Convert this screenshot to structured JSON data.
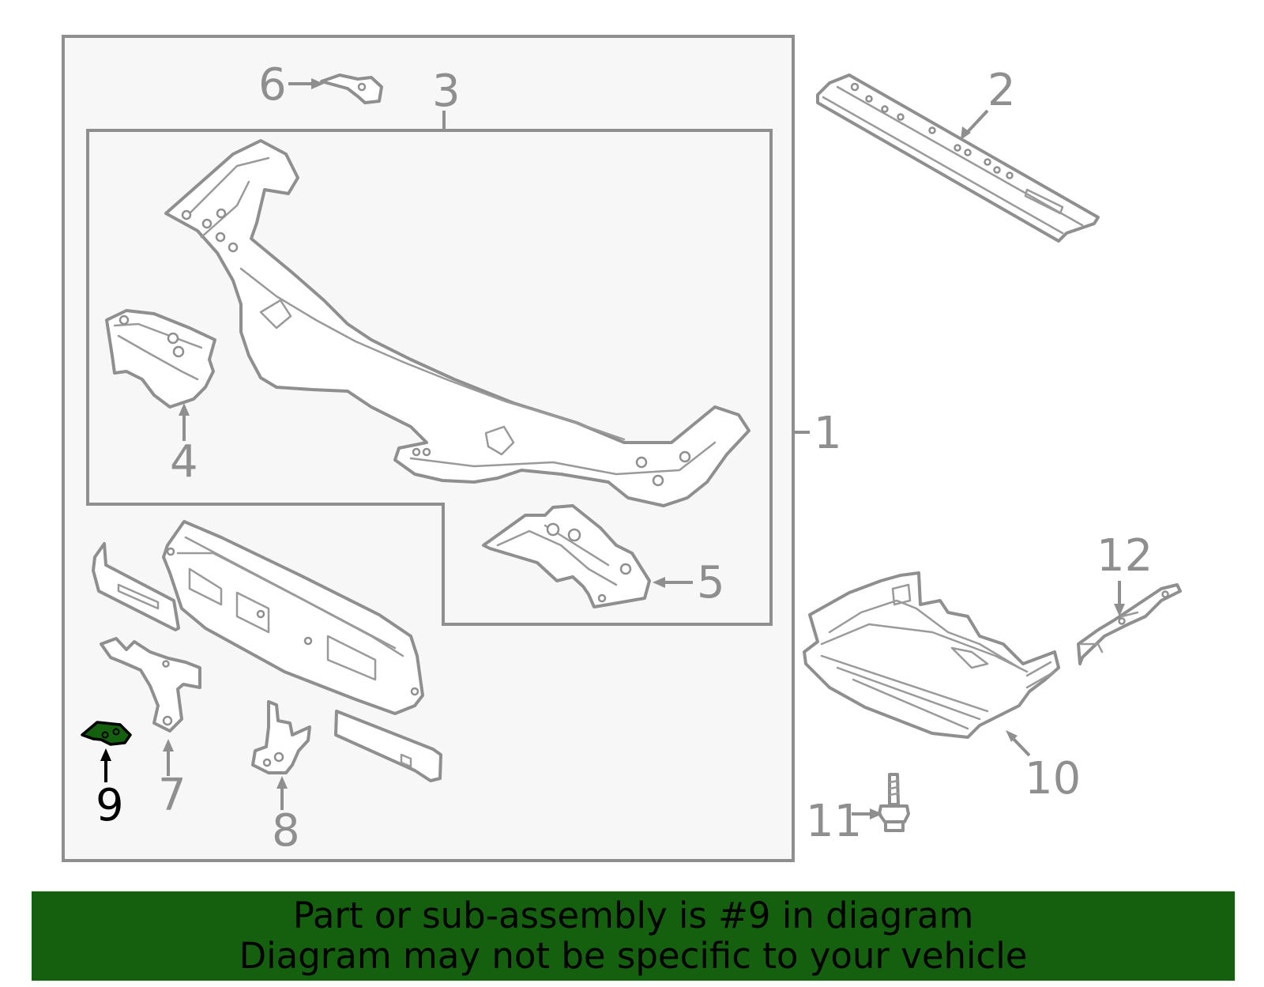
{
  "diagram": {
    "callouts": [
      "1",
      "2",
      "3",
      "4",
      "5",
      "6",
      "7",
      "8",
      "9",
      "10",
      "11",
      "12"
    ],
    "highlighted_part": "9",
    "colors": {
      "highlight": "#14600f",
      "line": "#8f8f8f",
      "panel_background": "#f7f7f7",
      "banner": "#14600f"
    }
  },
  "banner": {
    "line1": "Part or sub-assembly is #9 in diagram",
    "line2": "Diagram may not be specific to your vehicle"
  }
}
